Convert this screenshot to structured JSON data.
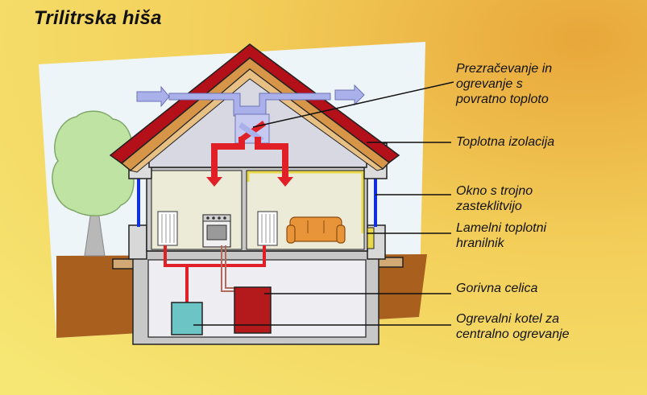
{
  "title": "Trilitrska hiša",
  "labels": {
    "ventilation": [
      "Prezračevanje in",
      "ogrevanje s",
      "povratno toploto"
    ],
    "insulation": [
      "Toplotna izolacija"
    ],
    "window": [
      "Okno s trojno",
      "zasteklitvijo"
    ],
    "lamella": [
      "Lamelni toplotni",
      "hranilnik"
    ],
    "fuel_cell": [
      "Gorivna celica"
    ],
    "boiler": [
      "Ogrevalni kotel za",
      "centralno ogrevanje"
    ]
  },
  "colors": {
    "background_light": "#f6e36a",
    "background_dark": "#e8a73a",
    "sky": "#eef5f9",
    "ground": "#a9601e",
    "roof_red": "#b3101a",
    "roof_wood": "#d79548",
    "wall": "#c8c8c8",
    "attic": "#d8d8e2",
    "room": "#ecebd8",
    "basement": "#eeeef2",
    "pipe_red": "#e01f26",
    "window_blue": "#1030e0",
    "air_arrow": "#aab0ea",
    "fuel_cell": "#b41a1c",
    "boiler": "#6cc4c4",
    "sofa": "#e8953a",
    "tree": "#bfe3a2"
  }
}
